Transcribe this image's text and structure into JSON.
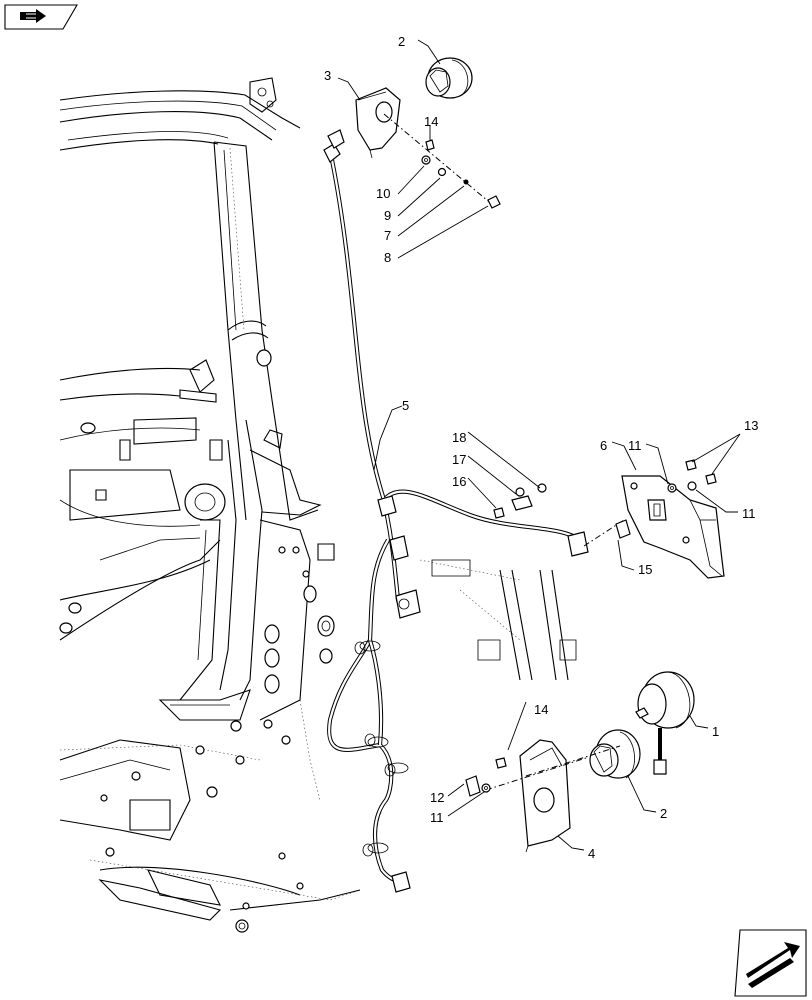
{
  "icons": {
    "top_left": "book-arrow-icon",
    "bottom_right": "next-page-arrow-icon"
  },
  "callouts": {
    "c1": "1",
    "c2_top": "2",
    "c2_bottom": "2",
    "c3": "3",
    "c4": "4",
    "c5": "5",
    "c6": "6",
    "c7": "7",
    "c8": "8",
    "c9": "9",
    "c10": "10",
    "c11_top": "11",
    "c11_right": "11",
    "c11_bottom": "11",
    "c12": "12",
    "c13": "13",
    "c14_top": "14",
    "c14_bottom": "14",
    "c15": "15",
    "c16": "16",
    "c17": "17",
    "c18": "18"
  }
}
